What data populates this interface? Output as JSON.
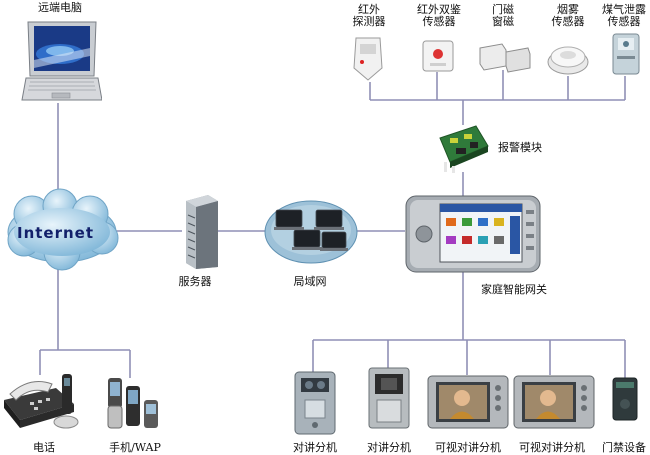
{
  "labels": {
    "remote_pc": "远端电脑",
    "internet": "Internet",
    "server": "服务器",
    "lan": "局域网",
    "gateway": "家庭智能网关",
    "alarm_module": "报警模块",
    "phone": "电话",
    "mobile": "手机/WAP",
    "intercom_1": "对讲分机",
    "intercom_2": "对讲分机",
    "video_intercom_1": "可视对讲分机",
    "video_intercom_2": "可视对讲分机",
    "access_control": "门禁设备"
  },
  "sensors": [
    {
      "line1": "红外",
      "line2": "探测器"
    },
    {
      "line1": "红外双鉴",
      "line2": "传感器"
    },
    {
      "line1": "门磁",
      "line2": "窗磁"
    },
    {
      "line1": "烟雾",
      "line2": "传感器"
    },
    {
      "line1": "煤气泄露",
      "line2": "传感器"
    }
  ],
  "colors": {
    "connector": "#8f8fb6",
    "cloud": "#8fc2df",
    "lan_ellipse": "#8ab3cf"
  }
}
